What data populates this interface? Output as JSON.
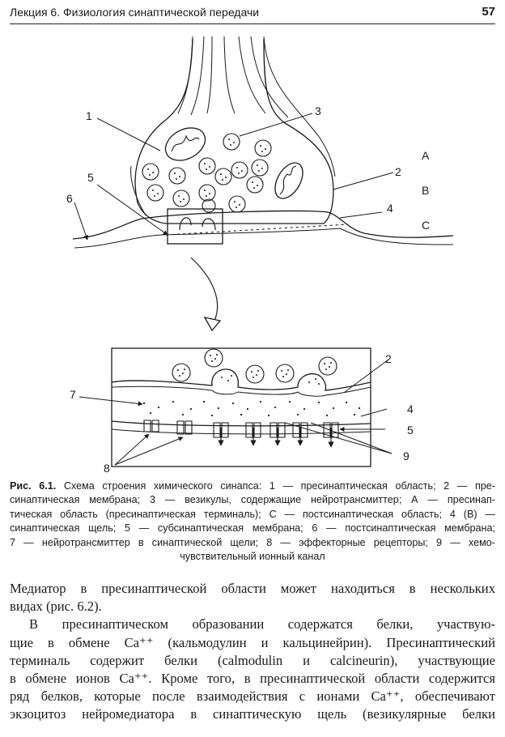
{
  "header": {
    "running_title": "Лекция 6. Физиология синаптической передачи",
    "page_number": "57"
  },
  "figure": {
    "top": {
      "labels": {
        "n1": "1",
        "n2": "2",
        "n3": "3",
        "n4": "4",
        "n5": "5",
        "n6": "6"
      },
      "regions": {
        "a": "A",
        "b": "B",
        "c": "C"
      }
    },
    "detail": {
      "labels": {
        "n2": "2",
        "n4": "4",
        "n5": "5",
        "n7": "7",
        "n8": "8",
        "n9": "9"
      }
    }
  },
  "caption": {
    "label": "Рис. 6.1.",
    "lines": [
      " Схема строения химического синапса: 1 — пресинаптическая область; 2 — пре-",
      "синаптическая мембрана; 3 — везикулы, содержащие нейротрансмиттер; А — пресинап-",
      "тическая область (пресинаптическая терминаль); С — постсинаптическая область; 4 (В) —",
      "синаптическая щель; 5 — субсинаптическая мембрана; 6 — постсинаптическая мембрана;",
      "7 — нейротрансмиттер в синаптической щели; 8 — эффекторные рецепторы; 9 — хемо-",
      "чувствительный ионный канал"
    ]
  },
  "body": {
    "p1": [
      "Медиатор в пресинаптической области может находиться в нескольких",
      "видах (рис. 6.2)."
    ],
    "p2": [
      "В пресинаптическом образовании содержатся белки, участвую-",
      "щие в обмене Са⁺⁺ (кальмодулин и кальцинейрин). Пресинаптический",
      "терминаль содержит белки (calmodulin и calcineurin), участвующие",
      "в обмене ионов Са⁺⁺. Кроме того, в пресинаптической области содержится",
      "ряд белков, которые после взаимодействия с ионами Са⁺⁺, обеспечивают",
      "экзоцитоз нейромедиатора в синаптическую щель (везикулярные белки"
    ]
  }
}
